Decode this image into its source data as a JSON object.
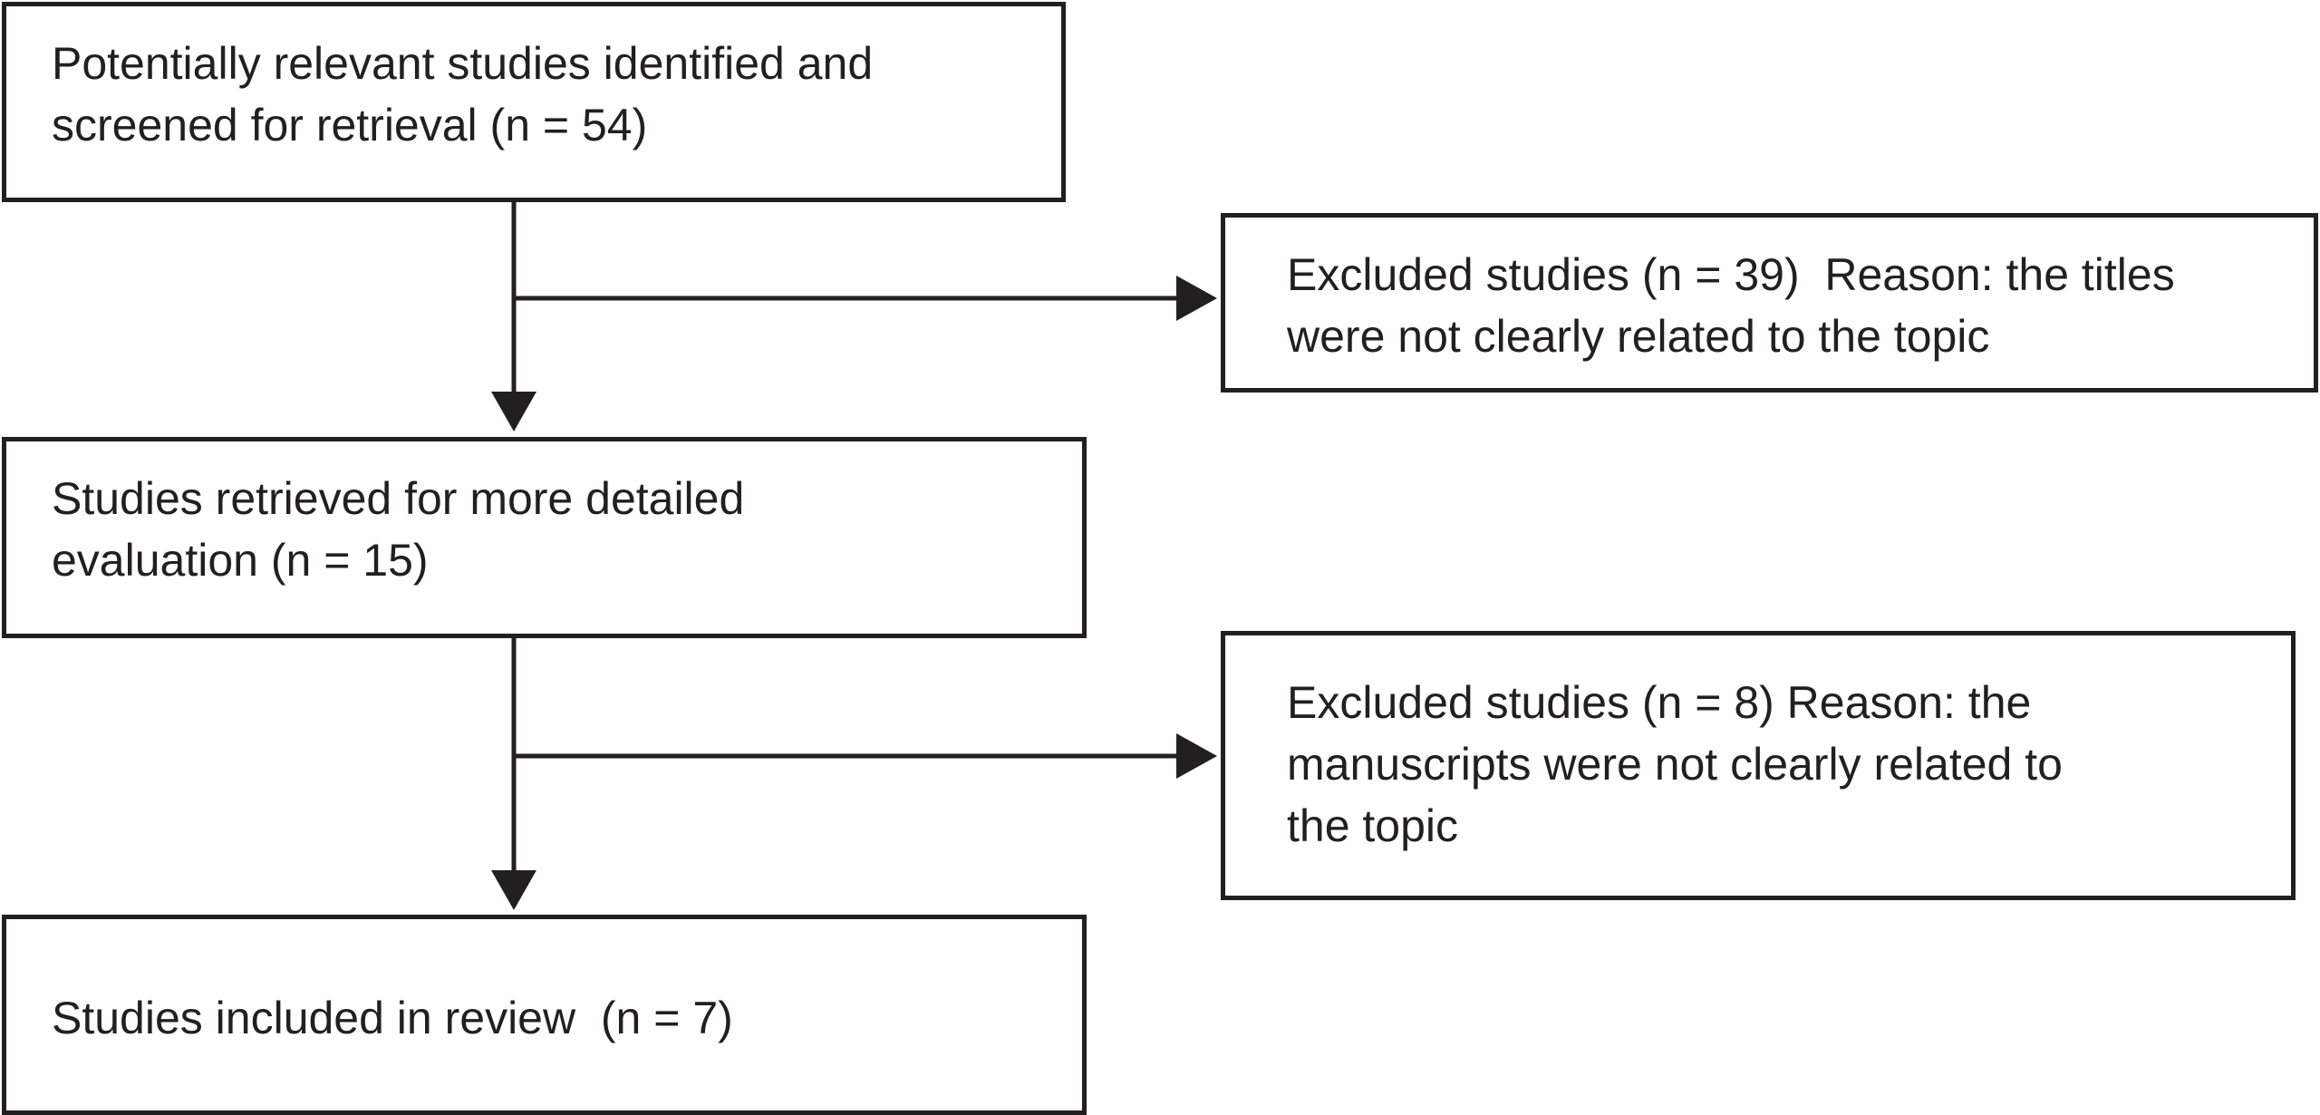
{
  "flowchart": {
    "boxes": {
      "identified": {
        "lines": [
          "Potentially relevant studies identified and",
          "screened for retrieval (n = 54)"
        ]
      },
      "excluded_1": {
        "lines": [
          "Excluded studies (n = 39)  Reason: the titles",
          "were not clearly related to the topic"
        ]
      },
      "retrieved": {
        "lines": [
          "Studies retrieved for more detailed",
          "evaluation (n = 15)"
        ]
      },
      "excluded_2": {
        "lines": [
          "Excluded studies (n = 8) Reason: the",
          "manuscripts were not clearly related to",
          "the topic"
        ]
      },
      "included": {
        "lines": [
          "Studies included in review  (n = 7)"
        ]
      }
    },
    "colors": {
      "stroke": "#231f20",
      "background": "#ffffff"
    }
  }
}
